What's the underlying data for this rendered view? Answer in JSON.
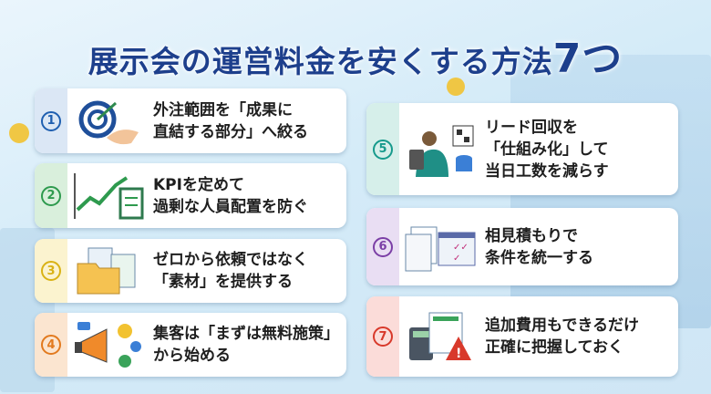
{
  "title": {
    "main": "展示会の運営料金を安くする方法",
    "count": "7つ"
  },
  "items": [
    {
      "num": "1",
      "lines": [
        "外注範囲を「成果に",
        "直結する部分」へ絞る"
      ],
      "color": "#1f5fb0",
      "band": "#dbe7f5",
      "icon": "target-handshake-icon"
    },
    {
      "num": "2",
      "lines": [
        "KPIを定めて",
        "過剰な人員配置を防ぐ"
      ],
      "color": "#2e9a4e",
      "band": "#d9efdc",
      "icon": "chart-clipboard-icon"
    },
    {
      "num": "3",
      "lines": [
        "ゼロから依頼ではなく",
        "「素材」を提供する"
      ],
      "color": "#d9b215",
      "band": "#fbf3cf",
      "icon": "folder-documents-icon"
    },
    {
      "num": "4",
      "lines": [
        "集客は「まずは無料施策」",
        "から始める"
      ],
      "color": "#e27a1f",
      "band": "#fbe5d0",
      "icon": "megaphone-icon"
    },
    {
      "num": "5",
      "lines": [
        "リード回収を",
        "「仕組み化」して",
        "当日工数を減らす"
      ],
      "color": "#169a8c",
      "band": "#d6efea",
      "icon": "qr-scan-database-icon"
    },
    {
      "num": "6",
      "lines": [
        "相見積もりで",
        "条件を統一する"
      ],
      "color": "#7b3fa6",
      "band": "#e9def3",
      "icon": "quotes-checklist-icon"
    },
    {
      "num": "7",
      "lines": [
        "追加費用もできるだけ",
        "正確に把握しておく"
      ],
      "color": "#d8392b",
      "band": "#fbdcd9",
      "icon": "calculator-warning-icon"
    }
  ]
}
